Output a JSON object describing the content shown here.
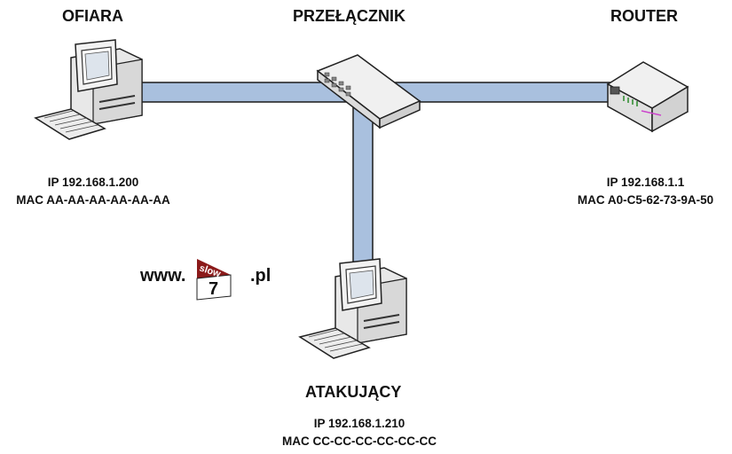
{
  "nodes": {
    "victim": {
      "title": "OFIARA",
      "ip": "IP 192.168.1.200",
      "mac": "MAC AA-AA-AA-AA-AA-AA"
    },
    "switch": {
      "title": "PRZEŁĄCZNIK"
    },
    "router": {
      "title": "ROUTER",
      "ip": "IP 192.168.1.1",
      "mac": "MAC A0-C5-62-73-9A-50"
    },
    "attacker": {
      "title": "ATAKUJĄCY",
      "ip": "IP 192.168.1.210",
      "mac": "MAC CC-CC-CC-CC-CC-CC"
    }
  },
  "watermark": {
    "prefix": "www.",
    "word": "slow",
    "number": "7",
    "suffix": ".pl"
  },
  "colors": {
    "cable": "#a9c0de",
    "cable_edge": "#1a1a1a",
    "device": "#eeeeee",
    "device_edge": "#222222"
  }
}
